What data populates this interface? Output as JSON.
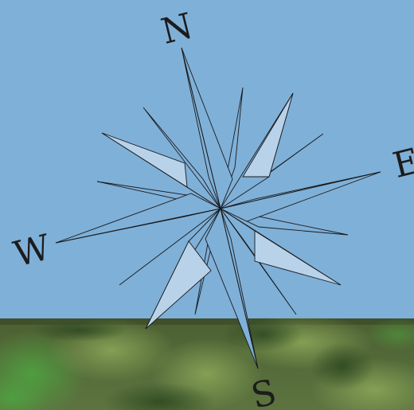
{
  "compass": {
    "north": "N",
    "east": "E",
    "south": "S",
    "west": "W"
  },
  "colors": {
    "sky": "#7fb0d8",
    "rose_light": "#b8d2ea",
    "outline": "#1a1a1a",
    "foliage_dark": "#3d5a2c",
    "foliage_light": "#6f8a48"
  }
}
